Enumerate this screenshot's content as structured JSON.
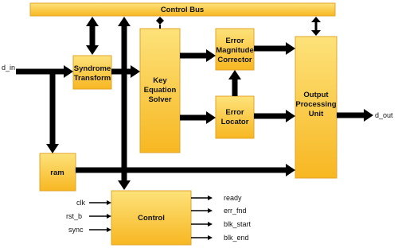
{
  "diagram": {
    "control_bus": "Control Bus",
    "blocks": {
      "syndrome_transform": [
        "Syndrome",
        "Transform"
      ],
      "key_equation_solver": [
        "Key",
        "Equation",
        "Solver"
      ],
      "error_magnitude_corrector": [
        "Error",
        "Magnitude",
        "Corrector"
      ],
      "error_locator": [
        "Error",
        "Locator"
      ],
      "output_processing_unit": [
        "Output",
        "Processing",
        "Unit"
      ],
      "ram": "ram",
      "control": "Control"
    },
    "ports": {
      "d_in": "d_in",
      "d_out": "d_out",
      "inputs": [
        "clk",
        "rst_b",
        "sync"
      ],
      "outputs": [
        "ready",
        "err_fnd",
        "blk_start",
        "blk_end"
      ]
    },
    "colors": {
      "block_fill_top": "#fde27a",
      "block_fill_bottom": "#f7b722",
      "block_stroke": "#e0a52a",
      "line": "#000000"
    }
  }
}
